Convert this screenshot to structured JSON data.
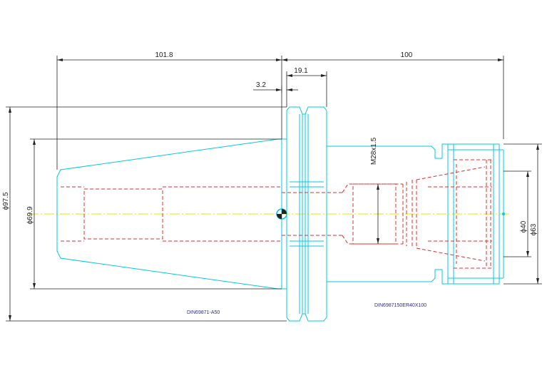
{
  "drawing": {
    "dimensions": {
      "overall_left": "101.8",
      "overall_right": "100",
      "flange_width": "19.1",
      "flange_offset": "3.2",
      "thread": "M28x1.5",
      "dia_outer_left": "ϕ97.5",
      "dia_taper": "ϕ69.9",
      "dia_nut": "ϕ63",
      "dia_collet": "ϕ40"
    },
    "notes": {
      "left_standard": "DIN69871-A50",
      "right_standard": "DIN6987150ER40X100"
    },
    "colors": {
      "outline": "#00c8e6",
      "hidden": "#e03030",
      "center": "#e6e600",
      "dimension": "#222222",
      "note": "#2a2aa8"
    }
  }
}
